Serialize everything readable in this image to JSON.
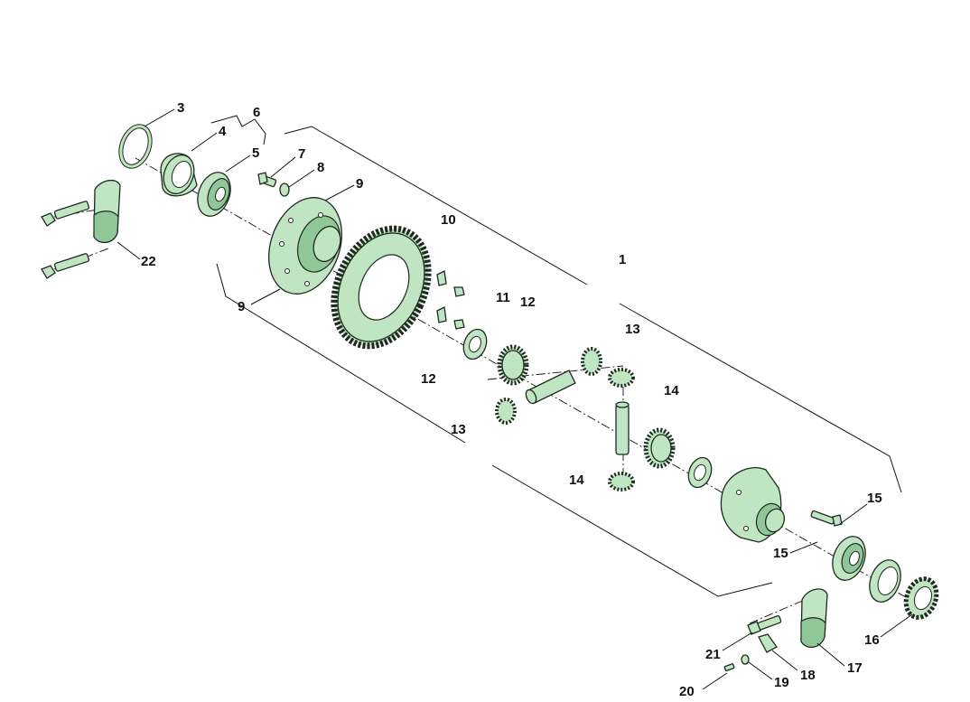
{
  "diagram": {
    "labels": {
      "l1": "1",
      "l3": "3",
      "l4": "4",
      "l5": "5",
      "l6": "6",
      "l7": "7",
      "l8": "8",
      "l9a": "9",
      "l9b": "9",
      "l10": "10",
      "l11": "11",
      "l12a": "12",
      "l12b": "12",
      "l13a": "13",
      "l13b": "13",
      "l14a": "14",
      "l14b": "14",
      "l15a": "15",
      "l15b": "15",
      "l16": "16",
      "l17": "17",
      "l18": "18",
      "l19": "19",
      "l20": "20",
      "l21": "21",
      "l22": "22"
    },
    "colors": {
      "part_fill": "#bfe5c2",
      "part_shade": "#8fc799",
      "line": "#111111"
    }
  }
}
